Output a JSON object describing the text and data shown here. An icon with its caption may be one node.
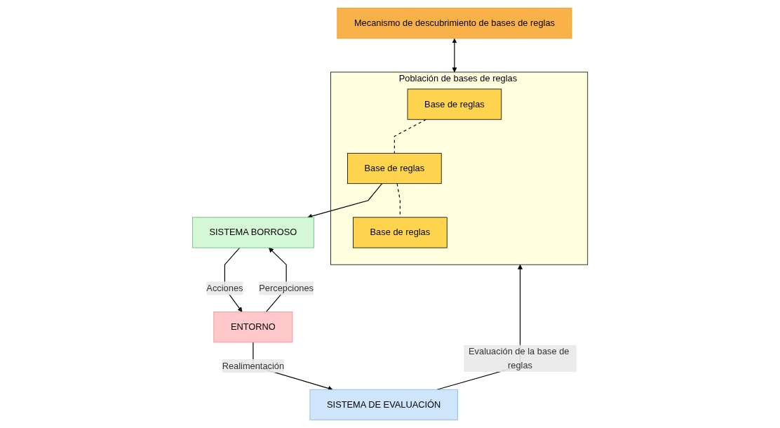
{
  "diagram": {
    "nodes": [
      {
        "text": [
          "Mecanismo de descubrimiento de bases de reglas"
        ]
      },
      {
        "text": [
          "Población de bases de reglas"
        ]
      },
      {
        "text": [
          "Base de reglas"
        ],
        "in": 1
      },
      {
        "text": [
          "Base de reglas"
        ],
        "in": 1
      },
      {
        "text": [
          "Base de reglas"
        ],
        "in": 1
      },
      {
        "text": [
          "SISTEMA BORROSO"
        ]
      },
      {
        "text": [
          "ENTORNO"
        ]
      },
      {
        "text": [
          "SISTEMA DE EVALUACIÓN"
        ]
      }
    ],
    "edges": [
      {
        "from": 0,
        "to": 1,
        "arrow": "both"
      },
      {
        "from": 2,
        "to": 3,
        "arrow": "none",
        "style": "dashed"
      },
      {
        "from": 3,
        "to": 4,
        "arrow": "none",
        "style": "dashed"
      },
      {
        "from": 3,
        "to": 5,
        "arrow": "to"
      },
      {
        "from": 5,
        "to": 6,
        "arrow": "to",
        "label": "Acciones"
      },
      {
        "from": 6,
        "to": 5,
        "arrow": "to",
        "label": "Percepciones"
      },
      {
        "from": 6,
        "to": 7,
        "arrow": "to",
        "label": "Realimentación"
      },
      {
        "from": 7,
        "to": 1,
        "arrow": "to",
        "label": "Evaluación de la base de reglas"
      }
    ]
  }
}
